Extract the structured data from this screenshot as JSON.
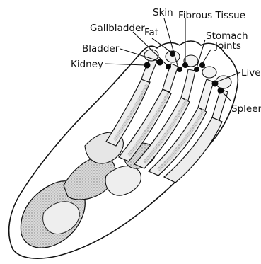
{
  "labels": {
    "skin": "Skin",
    "fibrous_tissue": "Fibrous Tissue",
    "gallbladder": "Gallbladder",
    "fat": "Fat",
    "stomach": "Stomach",
    "joints": "Joints",
    "bladder": "Bladder",
    "kidney": "Kidney",
    "liver": "Liver",
    "spleen": "Spleen"
  },
  "colors": {
    "ink": "#111111",
    "bone_fill": "#e8e8e8",
    "bone_shade": "#9a9a9a",
    "marker": "#0a0a0a"
  }
}
